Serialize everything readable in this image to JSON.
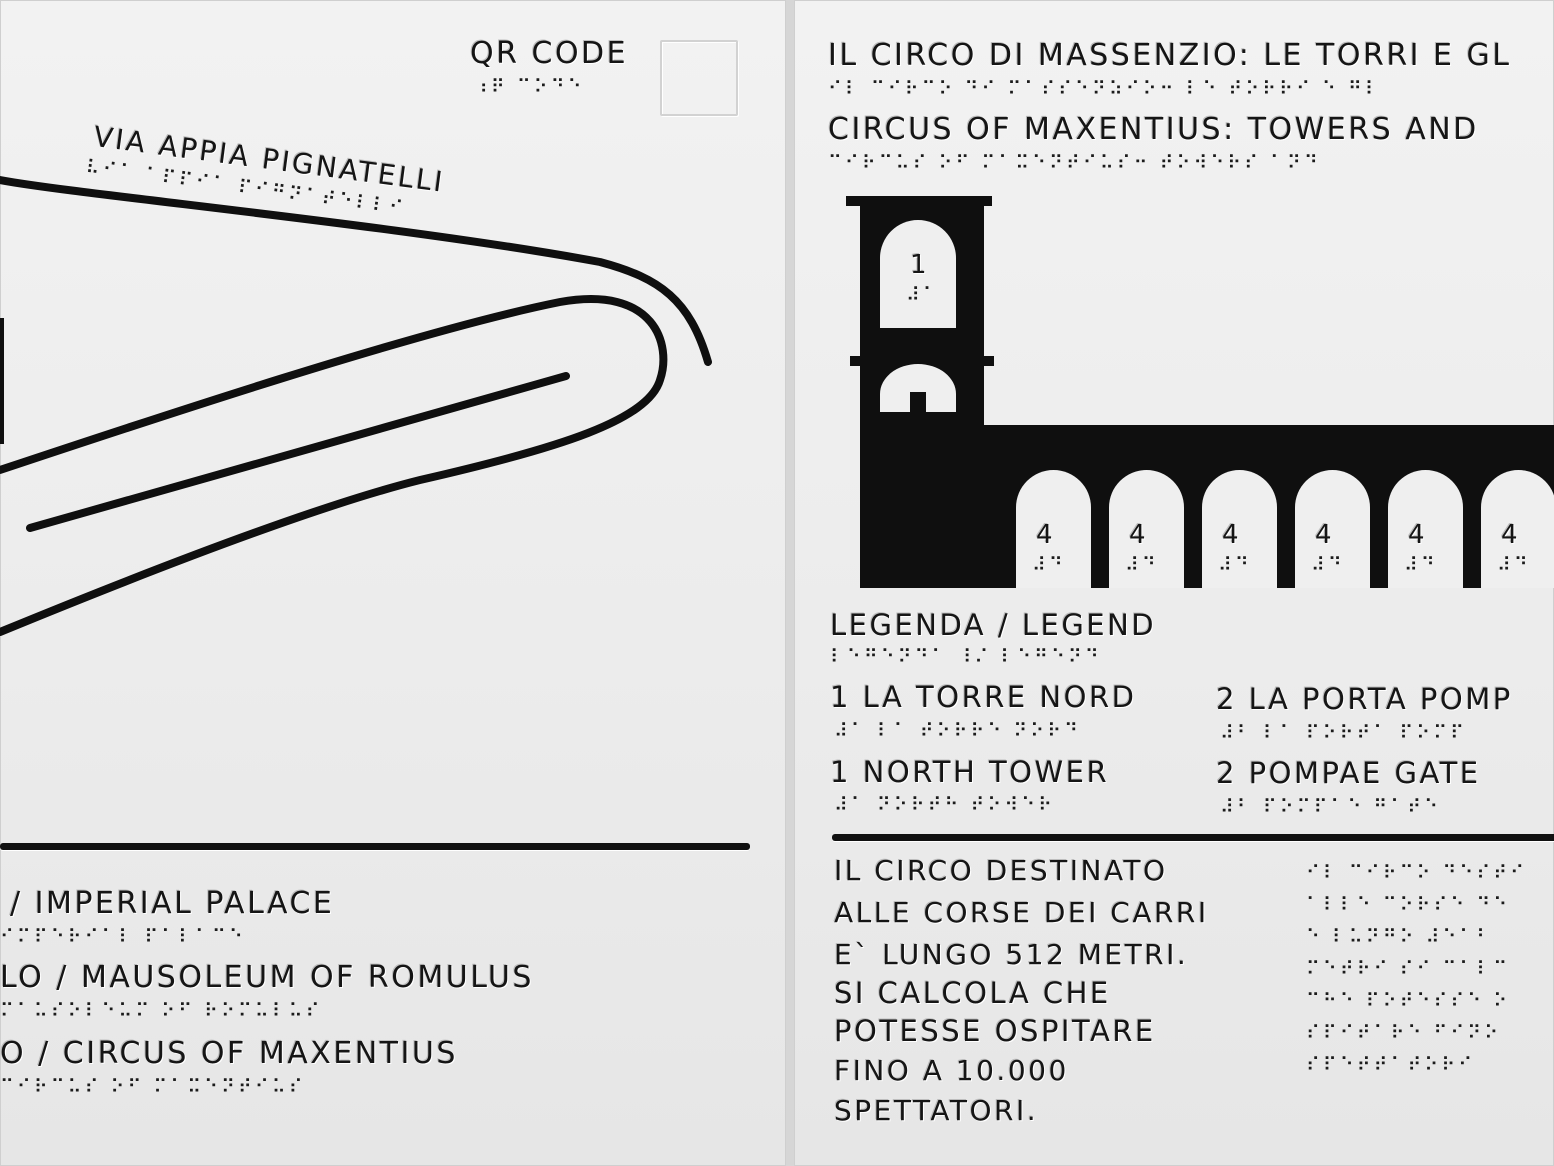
{
  "left_panel": {
    "qr": {
      "label": "QR CODE",
      "braille": "⠰⠟ ⠉⠕⠙⠑"
    },
    "street": {
      "label": "VIA APPIA PIGNATELLI",
      "braille": "⠧⠊⠁ ⠁⠏⠏⠊⠁ ⠏⠊⠛⠝⠁⠞⠑⠇⠇⠊"
    },
    "legend_items": [
      {
        "text": "/ IMPERIAL PALACE",
        "braille": "⠊⠍⠏⠑⠗⠊⠁⠇ ⠏⠁⠇⠁⠉⠑"
      },
      {
        "text": "LO / MAUSOLEUM OF ROMULUS",
        "braille": "⠍⠁⠥⠎⠕⠇⠑⠥⠍ ⠕⠋ ⠗⠕⠍⠥⠇⠥⠎"
      },
      {
        "text": "O / CIRCUS OF MAXENTIUS",
        "braille": "⠉⠊⠗⠉⠥⠎ ⠕⠋ ⠍⠁⠭⠑⠝⠞⠊⠥⠎"
      }
    ]
  },
  "right_panel": {
    "title_it": "IL CIRCO DI MASSENZIO: LE TORRI E GL",
    "title_it_braille": "⠊⠇ ⠉⠊⠗⠉⠕ ⠙⠊ ⠍⠁⠎⠎⠑⠝⠵⠊⠕⠒ ⠇⠑ ⠞⠕⠗⠗⠊ ⠑ ⠛⠇",
    "title_en": "CIRCUS OF MAXENTIUS: TOWERS AND",
    "title_en_braille": "⠉⠊⠗⠉⠥⠎ ⠕⠋ ⠍⠁⠭⠑⠝⠞⠊⠥⠎⠒ ⠞⠕⠺⠑⠗⠎ ⠁⠝⠙",
    "tower_number": "1",
    "tower_braille": "⠼⠁",
    "arch_number": "4",
    "arch_braille": "⠼⠙",
    "arch_count": 6,
    "legend_title": "LEGENDA / LEGEND",
    "legend_title_braille": "⠇⠑⠛⠑⠝⠙⠁ ⠸⠌ ⠇⠑⠛⠑⠝⠙",
    "legend": [
      {
        "it": "1 LA TORRE NORD",
        "it_braille": "⠼⠁ ⠇⠁ ⠞⠕⠗⠗⠑ ⠝⠕⠗⠙",
        "en": "1 NORTH TOWER",
        "en_braille": "⠼⠁ ⠝⠕⠗⠞⠓ ⠞⠕⠺⠑⠗"
      },
      {
        "it": "2 LA PORTA POMP",
        "it_braille": "⠼⠃ ⠇⠁ ⠏⠕⠗⠞⠁ ⠏⠕⠍⠏",
        "en": "2 POMPAE GATE",
        "en_braille": "⠼⠃ ⠏⠕⠍⠏⠁⠑ ⠛⠁⠞⠑"
      }
    ],
    "description_lines": [
      "IL CIRCO DESTINATO",
      "ALLE CORSE DEI CARRI",
      "E` LUNGO 512 METRI.",
      "SI CALCOLA CHE",
      "POTESSE OSPITARE",
      "FINO A 10.000",
      "SPETTATORI."
    ],
    "description_braille": [
      "⠊⠇ ⠉⠊⠗⠉⠕ ⠙⠑⠎⠞⠊",
      "⠁⠇⠇⠑ ⠉⠕⠗⠎⠑ ⠙⠑",
      "⠑ ⠇⠥⠝⠛⠕ ⠼⠑⠁⠃",
      "⠍⠑⠞⠗⠊ ⠎⠊ ⠉⠁⠇⠉",
      "⠉⠓⠑ ⠏⠕⠞⠑⠎⠎⠑ ⠕",
      "⠎⠏⠊⠞⠁⠗⠑ ⠋⠊⠝⠕",
      "⠎⠏⠑⠞⠞⠁⠞⠕⠗⠊"
    ]
  },
  "colors": {
    "ink": "#111111",
    "panel": "#efefef",
    "gap": "#d6d6d6"
  }
}
